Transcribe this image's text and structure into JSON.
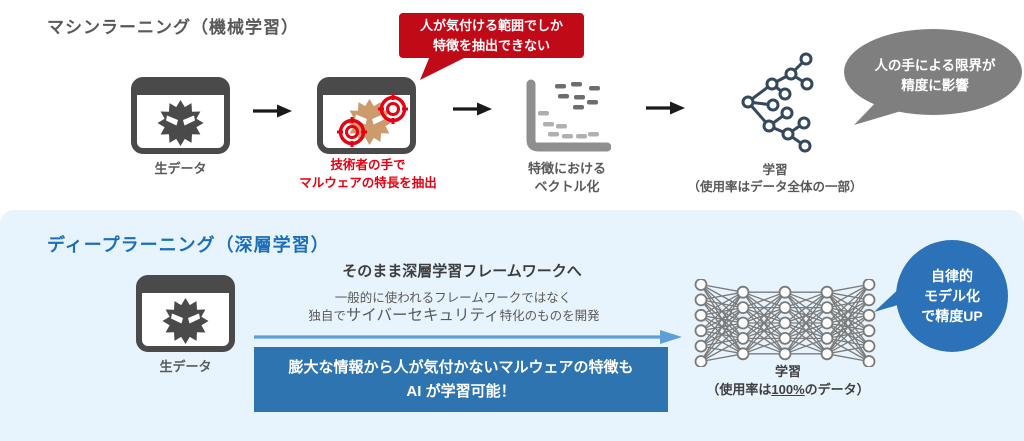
{
  "colors": {
    "background_top": "#ffffff",
    "background_bottom_panel": "#e8f4fd",
    "alert_red": "#c00a17",
    "bright_red": "#e60012",
    "gray_text": "#595959",
    "gray_bubble": "#7f7f7f",
    "tree_navy": "#35495e",
    "dl_blue_title": "#1b6fba",
    "dl_blue_box": "#2d74b1",
    "dl_blue_bubble": "#2b72b8",
    "malware_tan": "#cd9a6c",
    "icon_dark_gray": "#4a4a4a"
  },
  "ml_section": {
    "title": "マシンラーニング（機械学習）",
    "raw_data_label": "生データ",
    "extract_label": "技術者の手で\nマルウェアの特長を抽出",
    "red_bubble_text": "人が気付ける範囲でしか\n特徴を抽出できない",
    "vectorize_label": "特徴における\nベクトル化",
    "learning_label": "学習\n（使用率はデータ全体の一部）",
    "gray_bubble_text": "人の手による限界が\n精度に影響"
  },
  "dl_section": {
    "title": "ディープラーニング（深層学習）",
    "raw_data_label": "生データ",
    "framework_headline": "そのまま深層学習フレームワークへ",
    "framework_sub1": "一般的に使われるフレームワークではなく",
    "framework_sub2_prefix": "独自で",
    "framework_sub2_emphasis": "サイバーセキュリティ",
    "framework_sub2_suffix": "特化のものを開発",
    "blue_box_text": "膨大な情報から人が気付かないマルウェアの特徴も\nAI が学習可能！",
    "learning_label_line1": "学習",
    "learning_paren_prefix": "（使用率は",
    "learning_paren_emphasis": "100%",
    "learning_paren_suffix": "のデータ）",
    "blue_bubble_text": "自律的\nモデル化\nで精度UP"
  },
  "icons": {
    "raw-data-window-icon": "browser window with dark malware blob",
    "tagged-malware-window-icon": "browser window with tan malware blob and red crosshair markers",
    "scatter-chart-icon": "axes with scattered feature dashes",
    "decision-tree-icon": "branching node tree",
    "neural-network-icon": "fully connected 5-layer network",
    "flow-arrow-icon": "black right arrow",
    "blue-flow-arrow-icon": "blue right arrow"
  }
}
